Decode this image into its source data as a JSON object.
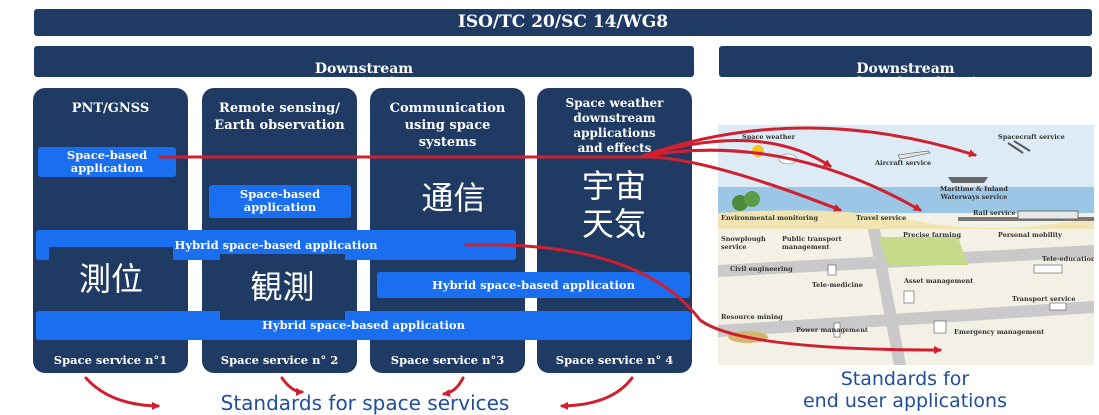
{
  "header": {
    "title": "ISO/TC 20/SC 14/WG8"
  },
  "sections": {
    "left": "Downstream\nspace services",
    "right": "Downstream\nspace-based applications"
  },
  "columns": [
    {
      "title": "PNT/GNSS",
      "footer": "Space service n°1"
    },
    {
      "title": "Remote sensing/\nEarth observation",
      "footer": "Space service n° 2"
    },
    {
      "title": "Communication\nusing space\nsystems",
      "footer": "Space service n°3"
    },
    {
      "title": "Space weather\ndownstream\napplications\nand effects",
      "footer": "Space service n° 4"
    }
  ],
  "apps": {
    "col1": "Space-based\napplication",
    "col2": "Space-based\napplication",
    "hybrid_top": "Hybrid space-based application",
    "hybrid_mid": "Hybrid space-based application",
    "hybrid_bottom": "Hybrid space-based application"
  },
  "japanese": {
    "positioning": "測位",
    "observation": "観測",
    "communication": "通信",
    "space_weather": "宇宙\n天気"
  },
  "illustration": {
    "labels": {
      "space_weather": "Space weather",
      "spacecraft_service": "Spacecraft service",
      "aircraft_service": "Aircraft service",
      "maritime": "Maritime & Inland\nWaterways service",
      "environmental_monitoring": "Environmental monitoring",
      "travel_service": "Travel service",
      "rail_service": "Rail service",
      "snowplough": "Snowplough\nservice",
      "public_transport": "Public transport\nmanagement",
      "precise_farming": "Precise farming",
      "personal_mobility": "Personal mobility",
      "tele_education": "Tele-education",
      "civil_engineering": "Civil engineering",
      "tele_medicine": "Tele-medicine",
      "asset_management": "Asset management",
      "transport_service": "Transport service",
      "resource_mining": "Resource mining",
      "power_management": "Power management",
      "emergency_management": "Emergency management"
    }
  },
  "captions": {
    "space": "Standards for space services",
    "end_user": "Standards for\nend user applications"
  },
  "colors": {
    "navy": "#1f3b64",
    "blue": "#1a6ef0",
    "arrow": "#d01f2e",
    "caption": "#1f4e9c"
  }
}
